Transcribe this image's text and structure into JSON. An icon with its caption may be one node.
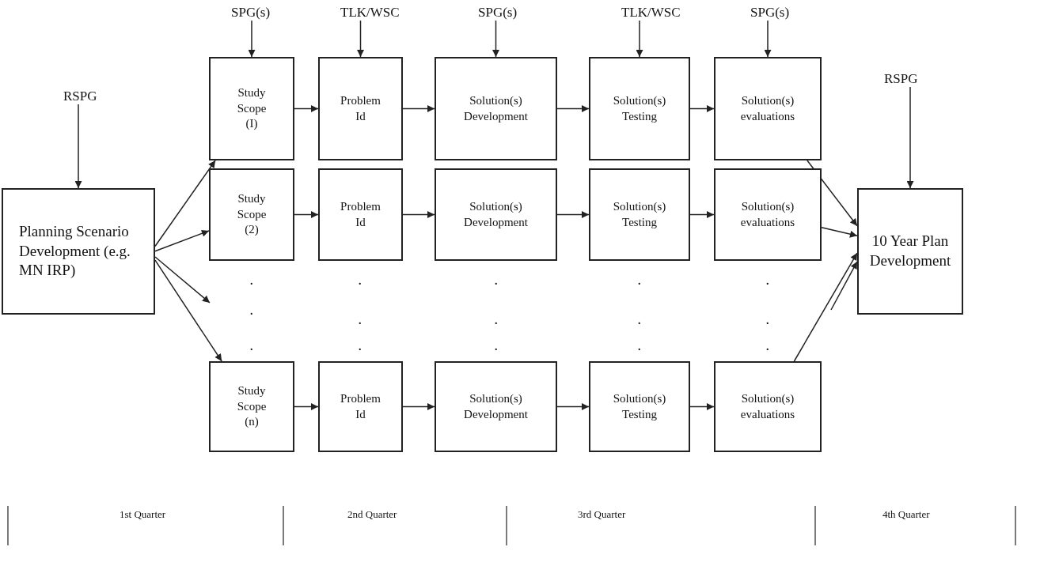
{
  "diagram": {
    "nodes": [
      {
        "text": [
          "RSPG"
        ]
      },
      {
        "text": [
          "Planning Scenario Development (e.g. MN IRP)"
        ]
      },
      {
        "text": [
          "SPG(s)"
        ]
      },
      {
        "text": [
          "TLK/WSC"
        ]
      },
      {
        "text": [
          "SPG(s)"
        ]
      },
      {
        "text": [
          "TLK/WSC"
        ]
      },
      {
        "text": [
          "SPG(s)"
        ]
      },
      {
        "text": [
          "Study Scope (I)"
        ]
      },
      {
        "text": [
          "Problem Id"
        ]
      },
      {
        "text": [
          "Solution(s) Development"
        ]
      },
      {
        "text": [
          "Solution(s) Testing"
        ]
      },
      {
        "text": [
          "Solution(s) evaluations"
        ]
      },
      {
        "text": [
          "Study Scope (2)"
        ]
      },
      {
        "text": [
          "Problem Id"
        ]
      },
      {
        "text": [
          "Solution(s) Development"
        ]
      },
      {
        "text": [
          "Solution(s) Testing"
        ]
      },
      {
        "text": [
          "Solution(s) evaluations"
        ]
      },
      {
        "text": [
          "Study Scope (n)"
        ]
      },
      {
        "text": [
          "Problem Id"
        ]
      },
      {
        "text": [
          "Solution(s) Development"
        ]
      },
      {
        "text": [
          "Solution(s) Testing"
        ]
      },
      {
        "text": [
          "Solution(s) evaluations"
        ]
      },
      {
        "text": [
          "RSPG"
        ]
      },
      {
        "text": [
          "10 Year Plan Development"
        ]
      }
    ],
    "edges": [
      {
        "from": 0,
        "to": 1,
        "arrow": "to"
      },
      {
        "from": 2,
        "to": 7,
        "arrow": "to"
      },
      {
        "from": 3,
        "to": 8,
        "arrow": "to"
      },
      {
        "from": 4,
        "to": 9,
        "arrow": "to"
      },
      {
        "from": 5,
        "to": 10,
        "arrow": "to"
      },
      {
        "from": 6,
        "to": 11,
        "arrow": "to"
      },
      {
        "from": 22,
        "to": 23,
        "arrow": "to"
      },
      {
        "from": 1,
        "to": 7,
        "arrow": "to"
      },
      {
        "from": 1,
        "to": 12,
        "arrow": "to"
      },
      {
        "from": 1,
        "to": null,
        "arrow": "to"
      },
      {
        "from": 1,
        "to": 17,
        "arrow": "to"
      },
      {
        "from": 7,
        "to": 8,
        "arrow": "to"
      },
      {
        "from": 8,
        "to": 9,
        "arrow": "to"
      },
      {
        "from": 9,
        "to": 10,
        "arrow": "to"
      },
      {
        "from": 10,
        "to": 11,
        "arrow": "to"
      },
      {
        "from": 12,
        "to": 13,
        "arrow": "to"
      },
      {
        "from": 13,
        "to": 14,
        "arrow": "to"
      },
      {
        "from": 14,
        "to": 15,
        "arrow": "to"
      },
      {
        "from": 15,
        "to": 16,
        "arrow": "to"
      },
      {
        "from": 17,
        "to": 18,
        "arrow": "to"
      },
      {
        "from": 18,
        "to": 19,
        "arrow": "to"
      },
      {
        "from": 19,
        "to": 20,
        "arrow": "to"
      },
      {
        "from": 20,
        "to": 21,
        "arrow": "to"
      },
      {
        "from": 11,
        "to": 23,
        "arrow": "to"
      },
      {
        "from": 16,
        "to": 23,
        "arrow": "to"
      },
      {
        "from": null,
        "to": 23,
        "arrow": "to"
      },
      {
        "from": 21,
        "to": 23,
        "arrow": "to"
      }
    ],
    "labels": [
      ".",
      ".",
      ".",
      ".",
      ".",
      ".",
      ".",
      ".",
      ".",
      ".",
      ".",
      ".",
      ".",
      ".",
      ".",
      "1st Quarter",
      "2nd Quarter",
      "3rd Quarter",
      "4th Quarter"
    ]
  }
}
